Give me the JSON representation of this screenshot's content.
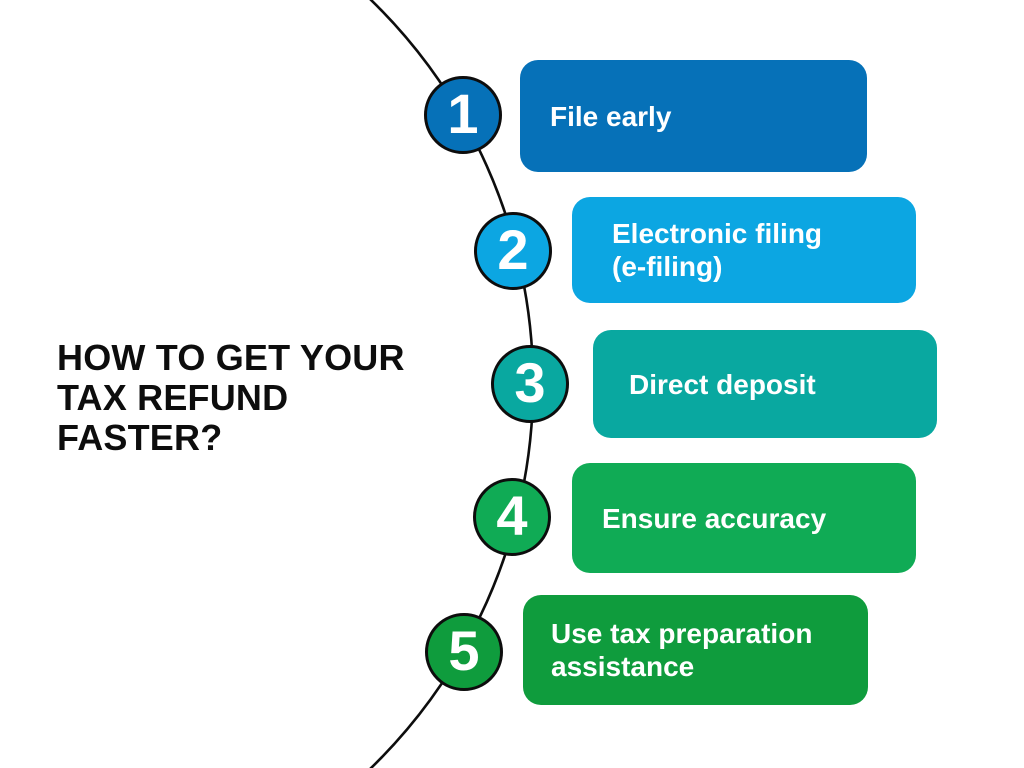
{
  "title": {
    "lines": [
      "HOW TO GET YOUR",
      "TAX REFUND",
      "FASTER?"
    ]
  },
  "steps": [
    {
      "number": "1",
      "label": [
        "File early"
      ],
      "color": "#0671b8"
    },
    {
      "number": "2",
      "label": [
        "Electronic filing",
        "(e-filing)"
      ],
      "color": "#0ca6e2"
    },
    {
      "number": "3",
      "label": [
        "Direct deposit"
      ],
      "color": "#09a8a0"
    },
    {
      "number": "4",
      "label": [
        "Ensure accuracy"
      ],
      "color": "#10ab55"
    },
    {
      "number": "5",
      "label": [
        "Use tax preparation",
        "assistance"
      ],
      "color": "#0f9c3d"
    }
  ],
  "connector": {
    "color": "#0d0d0d"
  },
  "canvas": {
    "background": "#ffffff",
    "label_text_color": "#ffffff",
    "title_text_color": "#0d0d0d"
  }
}
